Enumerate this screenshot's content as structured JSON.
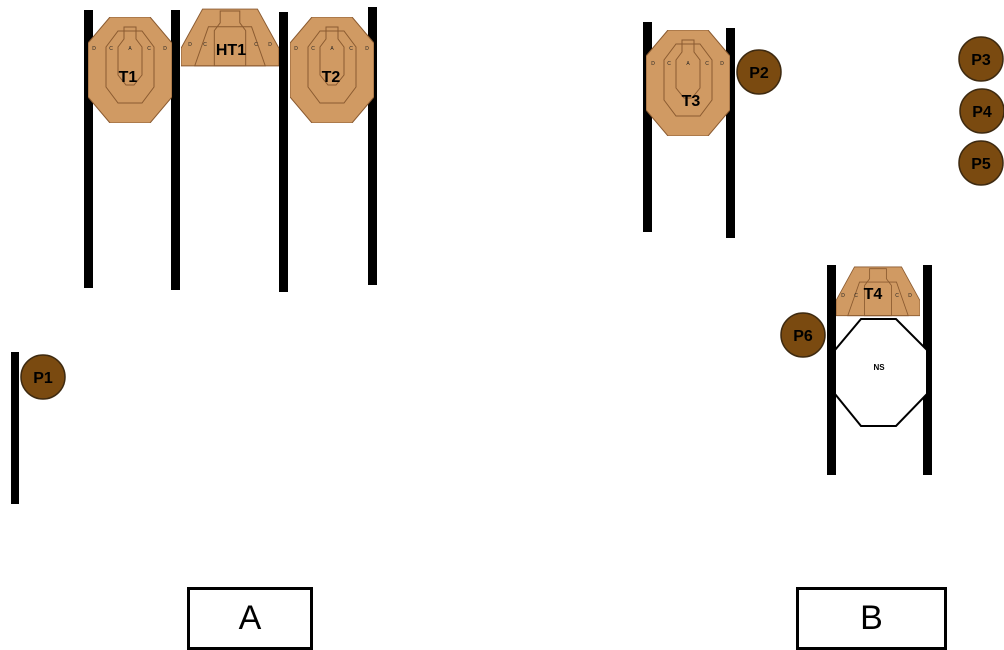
{
  "colors": {
    "target_fill": "#d09a63",
    "target_line": "#8a5a30",
    "popper_fill": "#7a4a10",
    "wall": "#000000",
    "no_shoot_fill": "#ffffff"
  },
  "targets": {
    "t1": "T1",
    "t2": "T2",
    "t3": "T3",
    "t4": "T4",
    "ht1": "HT1",
    "zone_letters": [
      "D",
      "C",
      "A",
      "C",
      "D"
    ]
  },
  "no_shoot": {
    "label": "NS"
  },
  "poppers": {
    "p1": "P1",
    "p2": "P2",
    "p3": "P3",
    "p4": "P4",
    "p5": "P5",
    "p6": "P6"
  },
  "positions": {
    "a": "A",
    "b": "B"
  }
}
